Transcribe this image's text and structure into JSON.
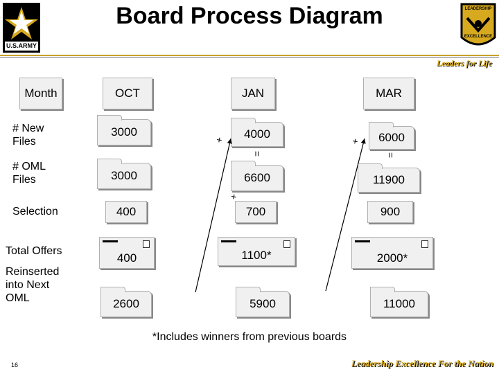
{
  "header": {
    "title": "Board Process Diagram",
    "left_logo_text": "U.S.ARMY",
    "right_logo_text_top": "LEADERSHIP",
    "right_logo_text_bottom": "EXCELLENCE",
    "slogan": "Leaders for Life"
  },
  "columns": [
    "OCT",
    "JAN",
    "MAR"
  ],
  "row_labels": {
    "month": "Month",
    "new_files": "# New Files",
    "oml_files": "# OML Files",
    "selection": "Selection",
    "total_offers": "Total Offers",
    "reinserted": "Reinserted into Next OML"
  },
  "values": {
    "oct": {
      "new_files": "3000",
      "oml_files": "3000",
      "selection": "400",
      "total_offers": "400",
      "reinserted": "2600"
    },
    "jan": {
      "new_files": "4000",
      "oml_files": "6600",
      "selection": "700",
      "total_offers": "1100*",
      "reinserted": "5900"
    },
    "mar": {
      "new_files": "6000",
      "oml_files": "11900",
      "selection": "900",
      "total_offers": "2000*",
      "reinserted": "11000"
    }
  },
  "operators": {
    "plus": "+",
    "equals": "="
  },
  "note": "*Includes winners from previous boards",
  "footer": {
    "page_number": "16",
    "slogan": "Leadership Excellence For the Nation"
  },
  "colors": {
    "gold": "#d6a91f",
    "box_fill": "#f0f0f0"
  },
  "icons": [
    "army-star-logo-icon",
    "rotc-crest-logo-icon",
    "envelope-icon"
  ]
}
